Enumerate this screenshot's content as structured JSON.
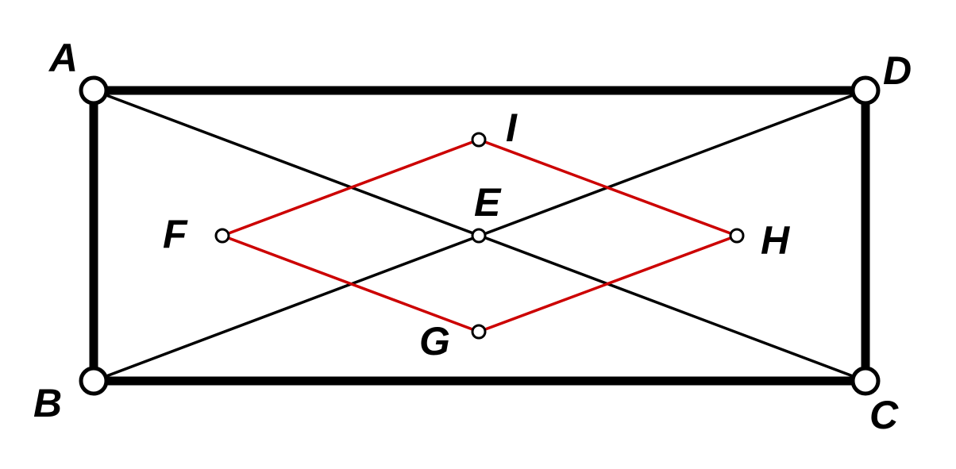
{
  "colors": {
    "rect": "#000000",
    "diagonals": "#000000",
    "rhombus": "#cc0000",
    "point_fill": "#ffffff",
    "point_stroke": "#000000"
  },
  "labels": {
    "A": "A",
    "B": "B",
    "C": "C",
    "D": "D",
    "E": "E",
    "F": "F",
    "G": "G",
    "H": "H",
    "I": "I"
  }
}
